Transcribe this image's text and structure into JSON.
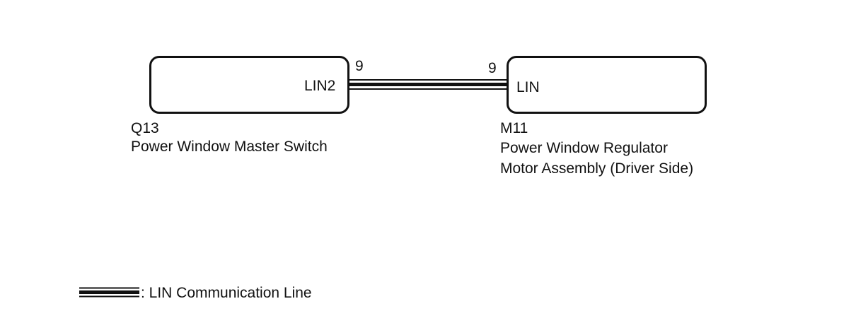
{
  "left_component": {
    "code": "Q13",
    "name": "Power Window Master Switch",
    "pin_label": "LIN2",
    "pin_number": "9"
  },
  "right_component": {
    "code": "M11",
    "name_line1": "Power Window Regulator",
    "name_line2": "Motor Assembly (Driver Side)",
    "pin_label": "LIN",
    "pin_number": "9"
  },
  "legend": {
    "label": ": LIN Communication Line"
  },
  "colors": {
    "line": "#111111",
    "background": "#ffffff"
  }
}
